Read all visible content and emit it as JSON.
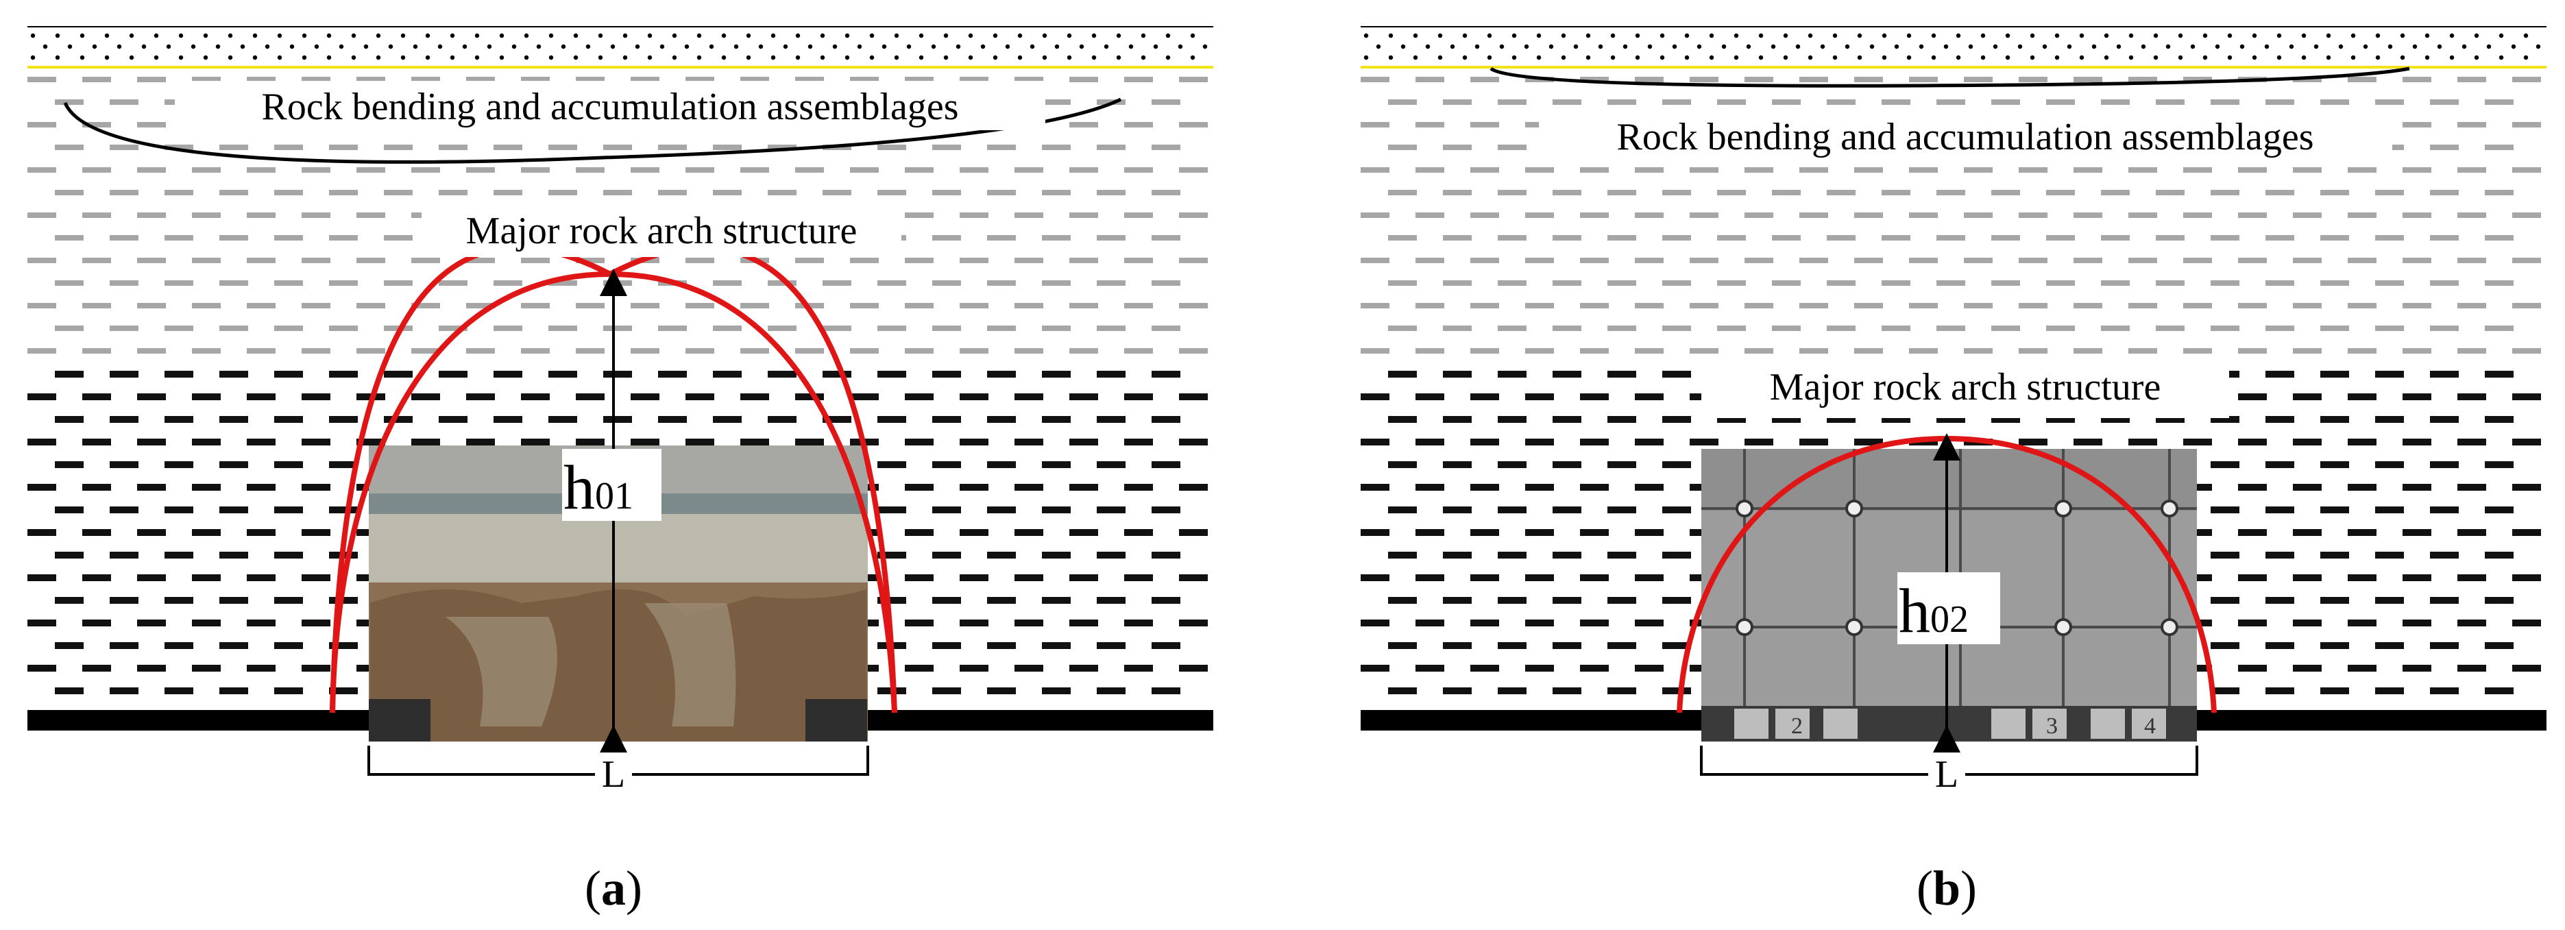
{
  "colors": {
    "arch": "#e01616",
    "strata_upper": "#a6a6a6",
    "strata_lower": "#111111",
    "coal_seam": "#000000",
    "surface_line": "#f2e21a",
    "photo_a_top": "#9aa3a6",
    "photo_a_body": "#8a6f52",
    "photo_b_body": "#9c9c9c"
  },
  "panels": [
    {
      "id": "a",
      "caption_open": "(",
      "caption_letter": "a",
      "caption_close": ")",
      "top_label": "Rock bending and accumulation assemblages",
      "arch_label": "Major rock arch structure",
      "height_label_main": "h",
      "height_label_sub": "01",
      "span_label": "L",
      "photo_icon": "model-test-photo-sand-icon"
    },
    {
      "id": "b",
      "caption_open": "(",
      "caption_letter": "b",
      "caption_close": ")",
      "top_label": "Rock bending and accumulation assemblages",
      "arch_label": "Major rock arch structure",
      "height_label_main": "h",
      "height_label_sub": "02",
      "span_label": "L",
      "photo_icon": "model-test-photo-gray-icon",
      "block_labels": [
        "2",
        "3",
        "4"
      ]
    }
  ]
}
